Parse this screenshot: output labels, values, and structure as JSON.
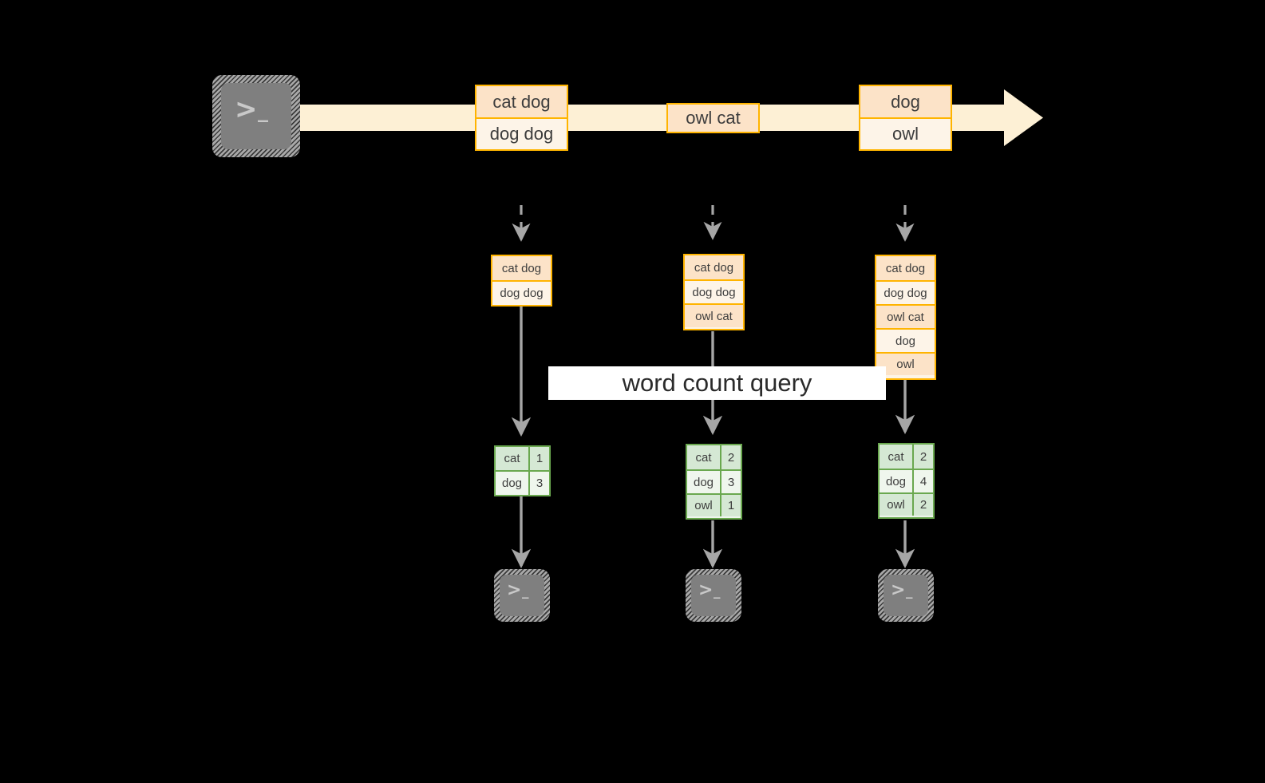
{
  "diagram": {
    "title_label": "word count query",
    "colors": {
      "background": "#000000",
      "stream_fill": "#fdf0d5",
      "message_border": "#ffb400",
      "message_fill_a": "#fce3c8",
      "message_fill_b": "#fdf4e8",
      "table_border": "#6aa84f",
      "table_fill_a": "#d5e8d4",
      "table_fill_b": "#eff6ed",
      "connector": "#a6a6a6",
      "terminal_face": "#7f7f7f",
      "label_fill": "#ffffff"
    },
    "producer": {
      "icon": "terminal-icon",
      "glyph_prompt": ">",
      "glyph_cursor": "_"
    },
    "stream": {
      "name": "message-stream-arrow",
      "messages": [
        {
          "lines": [
            "cat dog",
            "dog dog"
          ]
        },
        {
          "lines": [
            "owl cat"
          ]
        },
        {
          "lines": [
            "dog",
            "owl"
          ]
        }
      ]
    },
    "columns": [
      {
        "name": "snapshot-1",
        "input_rows": [
          "cat dog",
          "dog dog"
        ],
        "result_header": null,
        "result_rows": [
          {
            "word": "cat",
            "count": "1"
          },
          {
            "word": "dog",
            "count": "3"
          }
        ],
        "consumer": {
          "icon": "terminal-icon",
          "glyph_prompt": ">",
          "glyph_cursor": "_"
        }
      },
      {
        "name": "snapshot-2",
        "input_rows": [
          "cat dog",
          "dog dog",
          "owl cat"
        ],
        "result_header": null,
        "result_rows": [
          {
            "word": "cat",
            "count": "2"
          },
          {
            "word": "dog",
            "count": "3"
          },
          {
            "word": "owl",
            "count": "1"
          }
        ],
        "consumer": {
          "icon": "terminal-icon",
          "glyph_prompt": ">",
          "glyph_cursor": "_"
        }
      },
      {
        "name": "snapshot-3",
        "input_rows": [
          "cat dog",
          "dog dog",
          "owl cat",
          "dog",
          "owl"
        ],
        "result_header": null,
        "result_rows": [
          {
            "word": "cat",
            "count": "2"
          },
          {
            "word": "dog",
            "count": "4"
          },
          {
            "word": "owl",
            "count": "2"
          }
        ],
        "consumer": {
          "icon": "terminal-icon",
          "glyph_prompt": ">",
          "glyph_cursor": "_"
        }
      }
    ]
  }
}
